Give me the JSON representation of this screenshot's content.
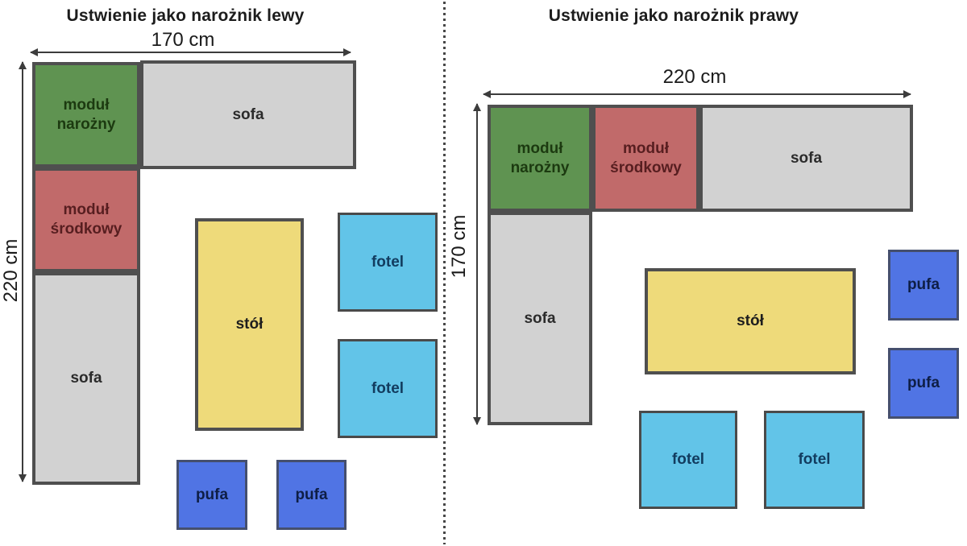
{
  "colors": {
    "corner_module_fill": "#5f9351",
    "middle_module_fill": "#c16a6a",
    "sofa_fill": "#d2d2d2",
    "table_fill": "#eeda7a",
    "armchair_fill": "#62c4e8",
    "pouf_fill": "#5074e4",
    "box_border": "#4f4f4f",
    "divider_line": "#474747",
    "arrow": "#3c3c3c"
  },
  "left_diagram": {
    "title": "Ustwienie jako narożnik lewy",
    "width_dimension": "170 cm",
    "height_dimension": "220 cm",
    "labels": {
      "corner_module": "moduł narożny",
      "middle_module": "moduł środkowy",
      "sofa_top": "sofa",
      "sofa_side": "sofa",
      "table": "stół",
      "armchair_top": "fotel",
      "armchair_bottom": "fotel",
      "pouf_left": "pufa",
      "pouf_right": "pufa"
    }
  },
  "right_diagram": {
    "title": "Ustwienie jako narożnik prawy",
    "width_dimension": "220 cm",
    "height_dimension": "170 cm",
    "labels": {
      "corner_module": "moduł narożny",
      "middle_module": "moduł środkowy",
      "sofa_top": "sofa",
      "sofa_side": "sofa",
      "table": "stół",
      "armchair_left": "fotel",
      "armchair_right": "fotel",
      "pouf_top": "pufa",
      "pouf_bottom": "pufa"
    }
  }
}
